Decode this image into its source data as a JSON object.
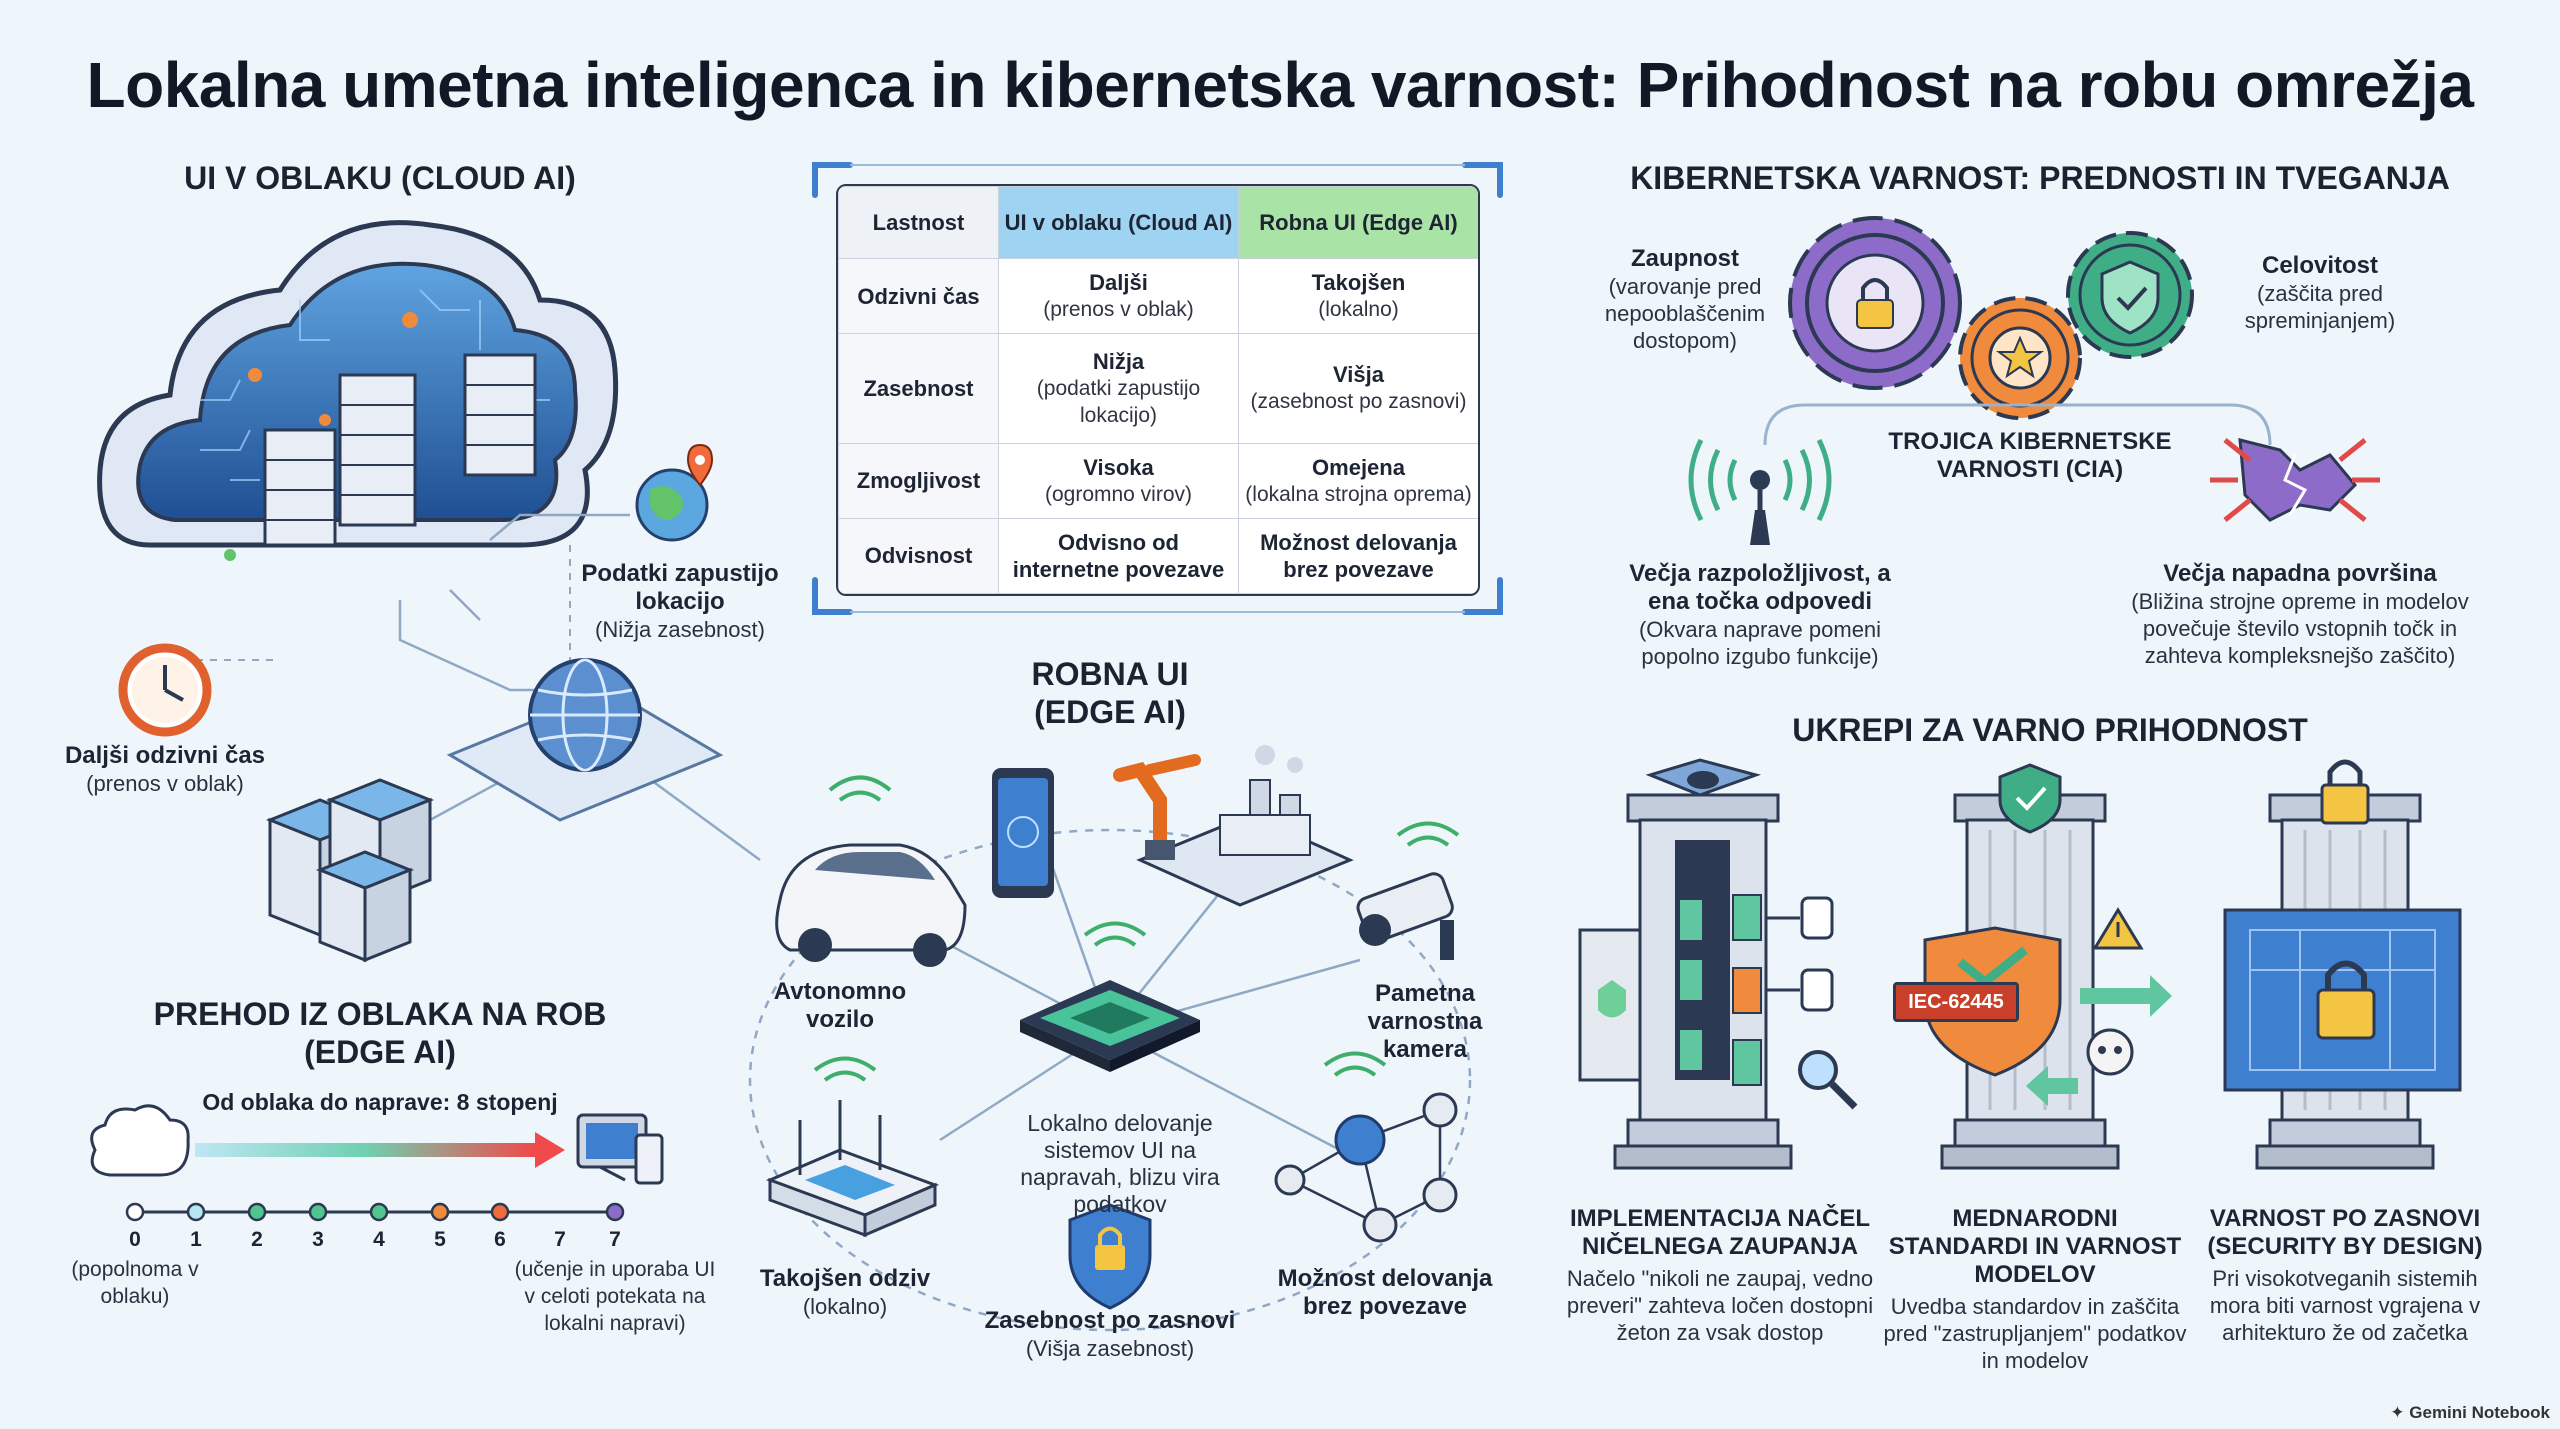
{
  "title": "Lokalna umetna inteligenca in kibernetska varnost: Prihodnost na robu omrežja",
  "cloud": {
    "heading": "UI V OBLAKU (CLOUD AI)",
    "data_leaves": {
      "bold": "Podatki zapustijo lokacijo",
      "note": "(Nižja zasebnost)"
    },
    "latency": {
      "bold": "Daljši odzivni čas",
      "note": "(prenos v oblak)"
    }
  },
  "table": {
    "headers": [
      "Lastnost",
      "UI v oblaku (Cloud AI)",
      "Robna UI (Edge AI)"
    ],
    "rows": [
      {
        "label": "Odzivni čas",
        "cloud": [
          "Daljši",
          "(prenos v oblak)"
        ],
        "edge": [
          "Takojšen",
          "(lokalno)"
        ]
      },
      {
        "label": "Zasebnost",
        "cloud": [
          "Nižja",
          "(podatki zapustijo lokacijo)"
        ],
        "edge": [
          "Višja",
          "(zasebnost po zasnovi)"
        ]
      },
      {
        "label": "Zmogljivost",
        "cloud": [
          "Visoka",
          "(ogromno virov)"
        ],
        "edge": [
          "Omejena",
          "(lokalna strojna oprema)"
        ]
      },
      {
        "label": "Odvisnost",
        "cloud": [
          "Odvisno od internetne povezave",
          ""
        ],
        "edge": [
          "Možnost delovanja brez povezave",
          ""
        ]
      }
    ]
  },
  "edge": {
    "heading_line1": "ROBNA UI",
    "heading_line2": "(EDGE AI)",
    "vehicle": "Avtonomno vozilo",
    "camera": "Pametna varnostna kamera",
    "center_note": "Lokalno delovanje sistemov UI na napravah, blizu vira podatkov",
    "instant": {
      "bold": "Takojšen odziv",
      "note": "(lokalno)"
    },
    "privacy": {
      "bold": "Zasebnost po zasnovi",
      "note": "(Višja zasebnost)"
    },
    "offline": "Možnost delovanja brez povezave"
  },
  "transition": {
    "heading_line1": "PREHOD IZ OBLAKA NA ROB",
    "heading_line2": "(EDGE AI)",
    "subtitle": "Od oblaka do naprave: 8 stopenj",
    "steps": [
      "0",
      "1",
      "2",
      "3",
      "4",
      "5",
      "6",
      "7"
    ],
    "first_note": "(popolnoma v oblaku)",
    "last_note": "(učenje in uporaba UI v celoti potekata na lokalni napravi)"
  },
  "cyber": {
    "heading": "KIBERNETSKA VARNOST: PREDNOSTI IN TVEGANJA",
    "confidentiality": {
      "bold": "Zaupnost",
      "note": "(varovanje pred nepooblaščenim dostopom)"
    },
    "integrity": {
      "bold": "Celovitost",
      "note": "(zaščita pred spreminjanjem)"
    },
    "triad": "TROJICA KIBERNETSKE VARNOSTI (CIA)",
    "availability": {
      "bold": "Večja razpoložljivost, a ena točka odpovedi",
      "note": "(Okvara naprave pomeni popolno izgubo funkcije)"
    },
    "attack_surface": {
      "bold": "Večja napadna površina",
      "note": "(Bližina strojne opreme in modelov povečuje število vstopnih točk in zahteva kompleksnejšo zaščito)"
    }
  },
  "measures": {
    "heading": "UKREPI ZA VARNO PRIHODNOST",
    "zero_trust": {
      "bold": "IMPLEMENTACIJA NAČEL NIČELNEGA ZAUPANJA",
      "note": "Načelo \"nikoli ne zaupaj, vedno preveri\" zahteva ločen dostopni žeton za vsak dostop"
    },
    "standards": {
      "bold": "MEDNARODNI STANDARDI IN VARNOST MODELOV",
      "note": "Uvedba standardov in zaščita pred \"zastrupljanjem\" podatkov in modelov",
      "badge": "IEC-62445"
    },
    "by_design": {
      "bold": "VARNOST PO ZASNOVI (SECURITY BY DESIGN)",
      "note": "Pri visokotveganih sistemih mora biti varnost vgrajena v arhitekturo že od začetka"
    }
  },
  "footer": "Gemini Notebook",
  "colors": {
    "purple": "#8d6cc9",
    "orange": "#f08a3c",
    "green": "#3fae86",
    "blue": "#3f7fcf",
    "pillar": "#c3ccda"
  }
}
